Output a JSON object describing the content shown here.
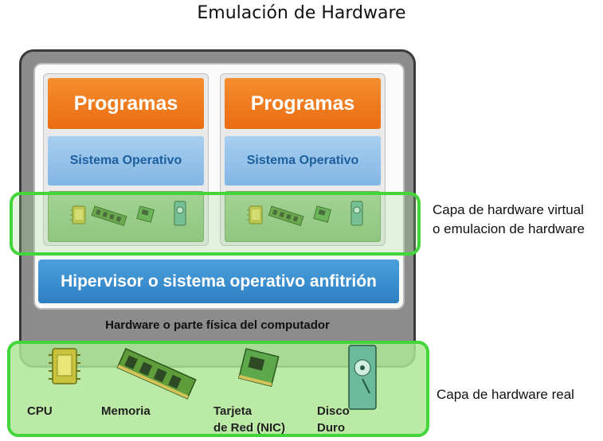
{
  "title": "Emulación de Hardware",
  "vm_left": {
    "programs_label": "Programas",
    "os_label": "Sistema Operativo"
  },
  "vm_right": {
    "programs_label": "Programas",
    "os_label": "Sistema Operativo"
  },
  "hypervisor_label": "Hipervisor o sistema operativo anfitrión",
  "physical_hardware_label": "Hardware o parte física del computador",
  "virtual_hw_caption": {
    "line1": "Capa de hardware virtual",
    "line2": "o emulacion de hardware"
  },
  "real_hw_caption": "Capa de hardware real",
  "real_hardware": {
    "cpu": "CPU",
    "memory": "Memoria",
    "nic_line1": "Tarjeta",
    "nic_line2": "de Red (NIC)",
    "disk_line1": "Disco",
    "disk_line2": "Duro"
  },
  "colors": {
    "programs": "#ea6c12",
    "os": "#82b6e4",
    "hypervisor": "#2f7fc1",
    "highlight": "#43d63a",
    "outer_case": "#8c8c8c"
  },
  "icons": [
    "cpu-icon",
    "memory-icon",
    "nic-icon",
    "disk-icon"
  ]
}
